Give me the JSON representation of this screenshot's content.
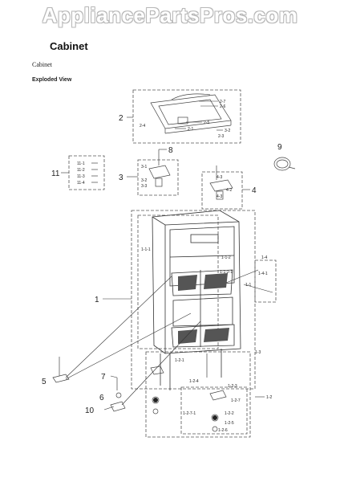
{
  "watermark": "AppliancePartsPros.com",
  "header": {
    "title": "Cabinet",
    "subtitle": "Cabinet",
    "section": "Exploded View"
  },
  "callouts": {
    "c1": "1",
    "c2": "2",
    "c3": "3",
    "c4": "4",
    "c5": "5",
    "c6": "6",
    "c7": "7",
    "c8": "8",
    "c9": "9",
    "c10": "10",
    "c11": "11",
    "c2_7": "2-7",
    "c2_6": "2-6",
    "c2_5": "2-5",
    "c2_4": "2-4",
    "c2_1": "2-1",
    "c3_2": "3-2",
    "c2_3": "2-3",
    "c3_1": "3-1",
    "c3_2b": "3-2",
    "c3_3": "3-3",
    "c4_3": "4-3",
    "c4_2": "4-2",
    "c4_3b": "4-3",
    "c11_1": "11-1",
    "c11_2": "11-2",
    "c11_3": "11-3",
    "c11_4": "11-4",
    "c1_1_1": "1-1-1",
    "c1_1_2": "1-1-2",
    "c1_1_2_1": "1-1-2-1",
    "c1_1": "1-1",
    "c1_4": "1-4",
    "c1_4_1": "1-4-1",
    "c1_3": "1-3",
    "c1_2_1": "1-2-1",
    "c1_2_4": "1-2-4",
    "c1_2_3": "1-2-3",
    "c1_2": "1-2",
    "c1_2_7": "1-2-7",
    "c1_2_7_1": "1-2-7-1",
    "c1_2_2": "1-2-2",
    "c1_2_5": "1-2-5",
    "c1_2_6": "1-2-6"
  }
}
